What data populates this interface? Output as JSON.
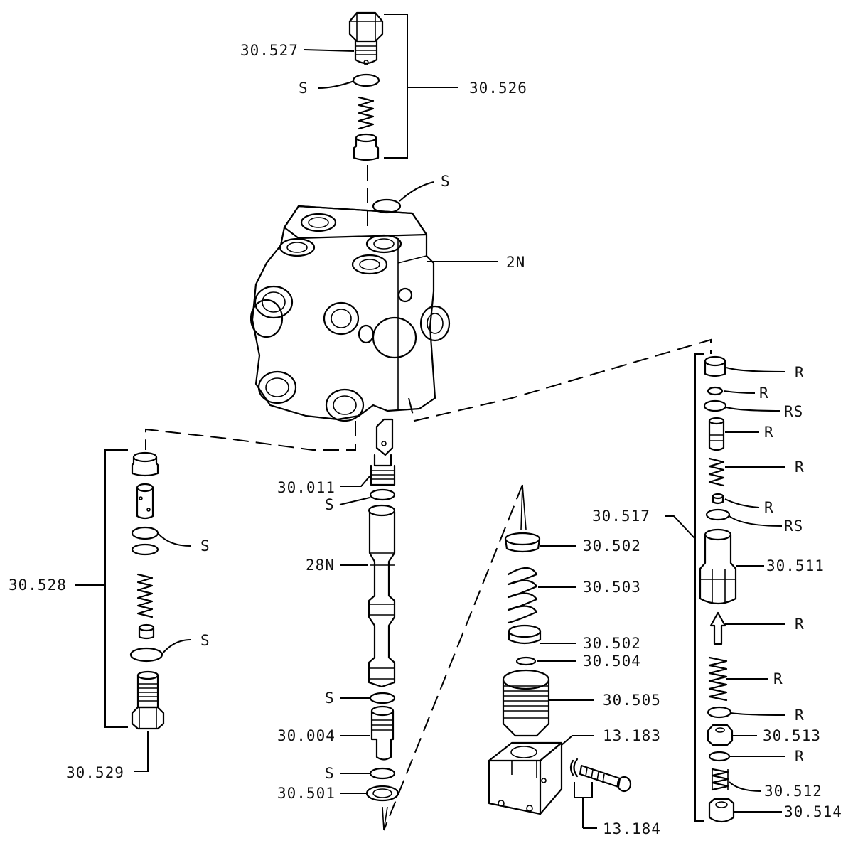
{
  "labels": {
    "l30527": "30.527",
    "lS_top": "S",
    "l30526": "30.526",
    "lS_body": "S",
    "l2N": "2N",
    "l30528": "30.528",
    "lS_left1": "S",
    "lS_left2": "S",
    "l30529": "30.529",
    "l30011": "30.011",
    "lS_c1": "S",
    "l28N": "28N",
    "lS_c2": "S",
    "l30004": "30.004",
    "lS_c3": "S",
    "l30501": "30.501",
    "l30502a": "30.502",
    "l30503": "30.503",
    "l30502b": "30.502",
    "l30504": "30.504",
    "l30505": "30.505",
    "l13183": "13.183",
    "l13184": "13.184",
    "l30517": "30.517",
    "lR1": "R",
    "lR2": "R",
    "lRS1": "RS",
    "lR3": "R",
    "lR4": "R",
    "lR5": "R",
    "lRS2": "RS",
    "l30511": "30.511",
    "lR6": "R",
    "lR7": "R",
    "lR8": "R",
    "l30513": "30.513",
    "lR9": "R",
    "l30512": "30.512",
    "l30514": "30.514"
  }
}
